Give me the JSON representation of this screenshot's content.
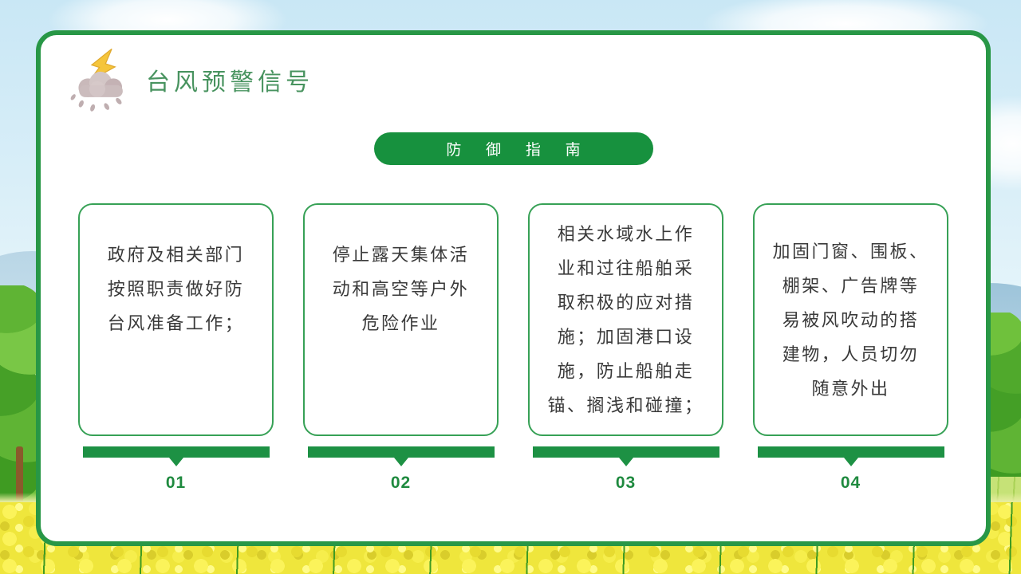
{
  "slide": {
    "title": "台风预警信号",
    "badge_label": "防 御 指 南",
    "cards": [
      {
        "number": "01",
        "lines": [
          "政府及相关部门",
          "按照职责做好防",
          "台风准备工作；"
        ]
      },
      {
        "number": "02",
        "lines": [
          "停止露天集体活",
          "动和高空等户外",
          "危险作业"
        ]
      },
      {
        "number": "03",
        "lines": [
          "相关水域水上作",
          "业和过往船舶采",
          "取积极的应对措",
          "施；加固港口设",
          "施，防止船舶走",
          "锚、搁浅和碰撞；"
        ]
      },
      {
        "number": "04",
        "lines": [
          "加固门窗、围板、",
          "棚架、广告牌等",
          "易被风吹动的搭",
          "建物，人员切勿",
          "随意外出"
        ]
      }
    ],
    "colors": {
      "accent_green": "#1d9144",
      "border_green": "#289746",
      "title_green": "#48935f",
      "badge_green": "#17913e",
      "number_green": "#1f8a3f",
      "body_text": "#3a3a3a",
      "sky_blue": "#c9e7f5",
      "field_yellow": "#efe63c",
      "cloud_mauve": "#c9b9ba",
      "bolt_yellow": "#f5c53b"
    }
  }
}
